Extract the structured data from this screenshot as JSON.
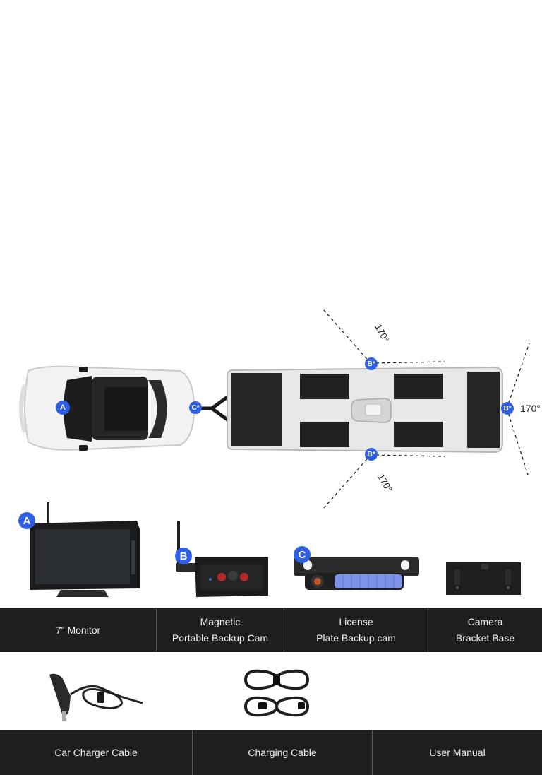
{
  "diagram": {
    "badges": {
      "car_monitor": "A",
      "hitch_cam": "C*",
      "side_top_cam": "B*",
      "side_bottom_cam": "B*",
      "rear_cam": "B*"
    },
    "angles": {
      "top": "170°",
      "rear": "170°",
      "bottom": "170°"
    }
  },
  "products_row1": {
    "monitor_badge": "A",
    "backup_cam_badge": "B",
    "license_cam_badge": "C"
  },
  "labels_row1": [
    {
      "line1": "7\" Monitor",
      "line2": ""
    },
    {
      "line1": "Magnetic",
      "line2": "Portable Backup Cam"
    },
    {
      "line1": "License",
      "line2": "Plate Backup cam"
    },
    {
      "line1": "Camera",
      "line2": "Bracket Base"
    }
  ],
  "labels_row2": [
    {
      "line1": "Car Charger Cable"
    },
    {
      "line1": "Charging Cable"
    },
    {
      "line1": "User Manual"
    }
  ],
  "colors": {
    "accent": "#2f5fe4",
    "band": "#1e1e1e"
  }
}
